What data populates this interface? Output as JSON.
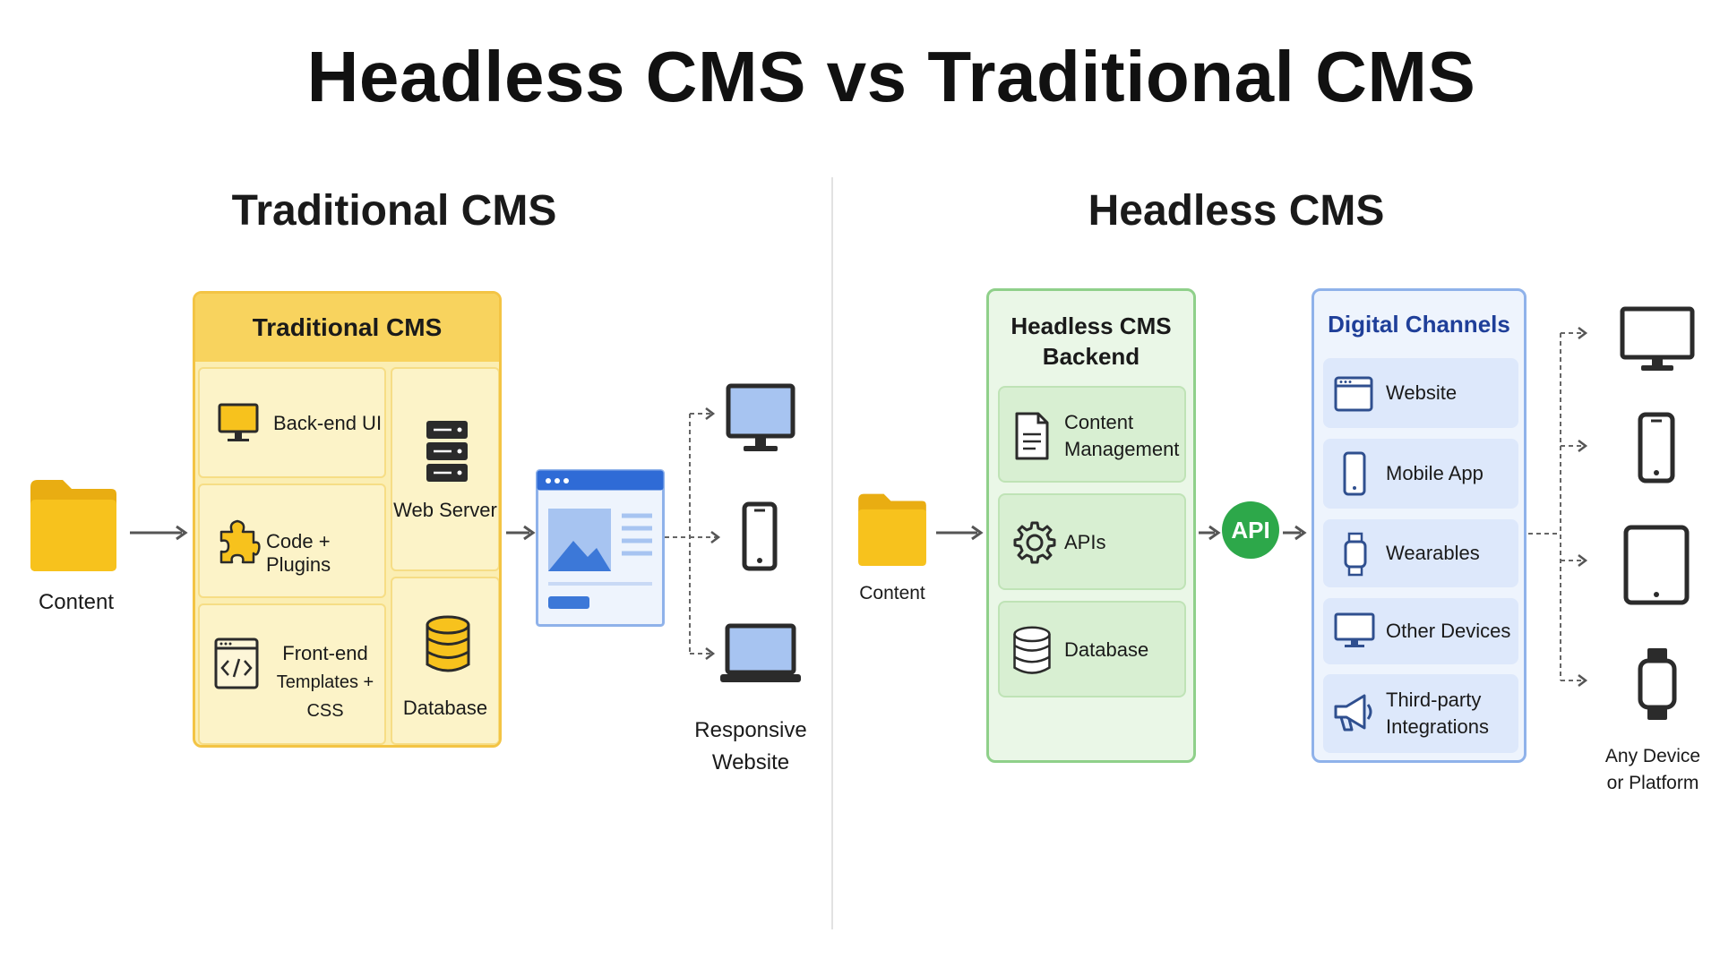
{
  "title": "Headless CMS vs Traditional CMS",
  "traditional": {
    "heading": "Traditional CMS",
    "box_title": "Traditional CMS",
    "backend_ui": "Back-end UI",
    "code_plugins": "Code + Plugins",
    "frontend_line1": "Front-end",
    "frontend_line2": "Templates + CSS",
    "web_server": "Web Server",
    "database": "Database",
    "content_label": "Content",
    "output_line1": "Responsive",
    "output_line2": "Website"
  },
  "headless": {
    "heading": "Headless CMS",
    "content_label": "Content",
    "backend_title_line1": "Headless CMS",
    "backend_title_line2": "Backend",
    "content_mgmt_line1": "Content",
    "content_mgmt_line2": "Management",
    "apis": "APIs",
    "database": "Database",
    "api_badge": "API",
    "channels_title": "Digital Channels",
    "channels": {
      "website": "Website",
      "mobile_app": "Mobile App",
      "wearables": "Wearables",
      "other_devices": "Other Devices",
      "third_party_line1": "Third-party",
      "third_party_line2": "Integrations"
    },
    "devices_line1": "Any Device",
    "devices_line2": "or Platform"
  },
  "colors": {
    "folder": "#f7c21d",
    "trad_border": "#f3c444",
    "trad_header": "#f8d35e",
    "headless_border": "#8fd08a",
    "channels_border": "#8fb2ea",
    "channels_title": "#1f3f99",
    "api_green": "#2da84a",
    "screen_blue": "#a7c4f1",
    "icon_dark": "#2b2b2b"
  }
}
